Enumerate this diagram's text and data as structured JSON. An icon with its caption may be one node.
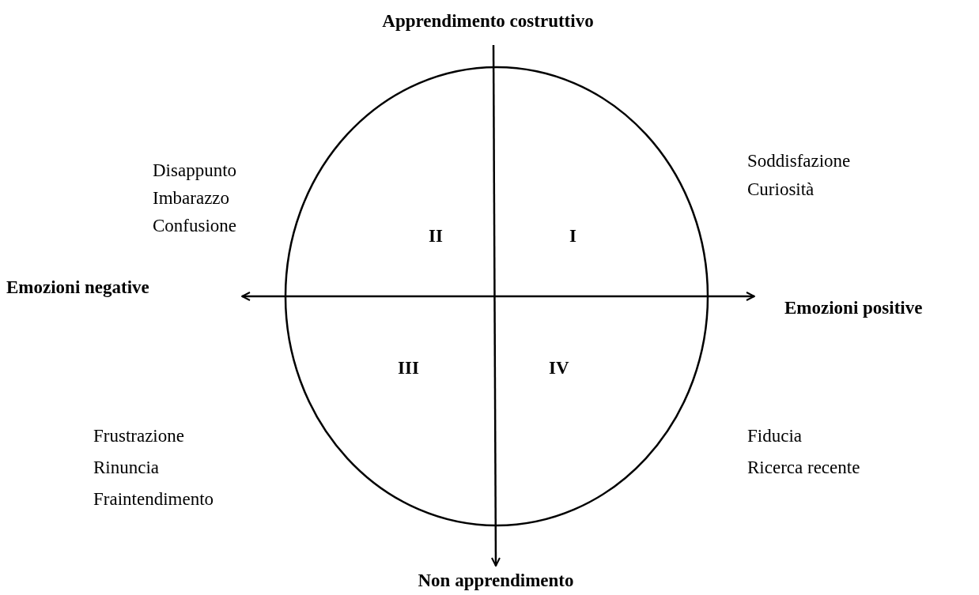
{
  "diagram": {
    "labels": [
      "Apprendimento costruttivo",
      "Disappunto",
      "Imbarazzo",
      "Confusione",
      "Soddisfazione",
      "Curiosità",
      "II",
      "I",
      "Emozioni negative",
      "Emozioni positive",
      "III",
      "IV",
      "Frustrazione",
      "Rinuncia",
      "Fraintendimento",
      "Fiducia",
      "Ricerca recente",
      "Non apprendimento"
    ]
  }
}
